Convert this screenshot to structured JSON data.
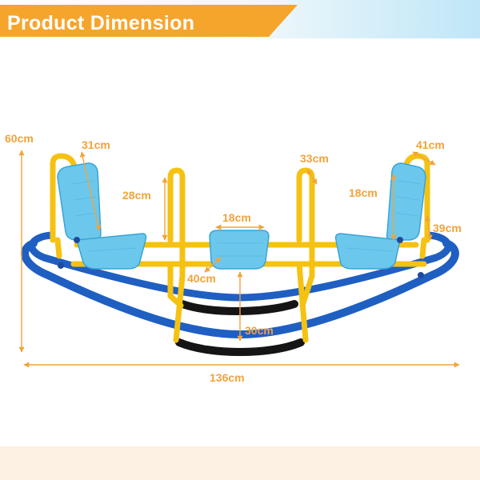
{
  "header": {
    "title": "Product Dimension"
  },
  "colors": {
    "banner": "#f6a52c",
    "dimension": "#f2a33a",
    "frame_yellow": "#f5c211",
    "rocker_blue": "#1f5fc2",
    "seat_blue": "#6cc7ec",
    "grip_black": "#151515",
    "footer": "#fdf1e4"
  },
  "dimensions": {
    "overall_height": "60cm",
    "back_height": "31cm",
    "handle_height": "28cm",
    "middle_seat_width": "18cm",
    "handle_depth": "33cm",
    "seat_back_width": "41cm",
    "right_back_height": "18cm",
    "seat_depth": "39cm",
    "frame_width": "40cm",
    "ground_clearance": "30cm",
    "overall_length": "136cm"
  }
}
